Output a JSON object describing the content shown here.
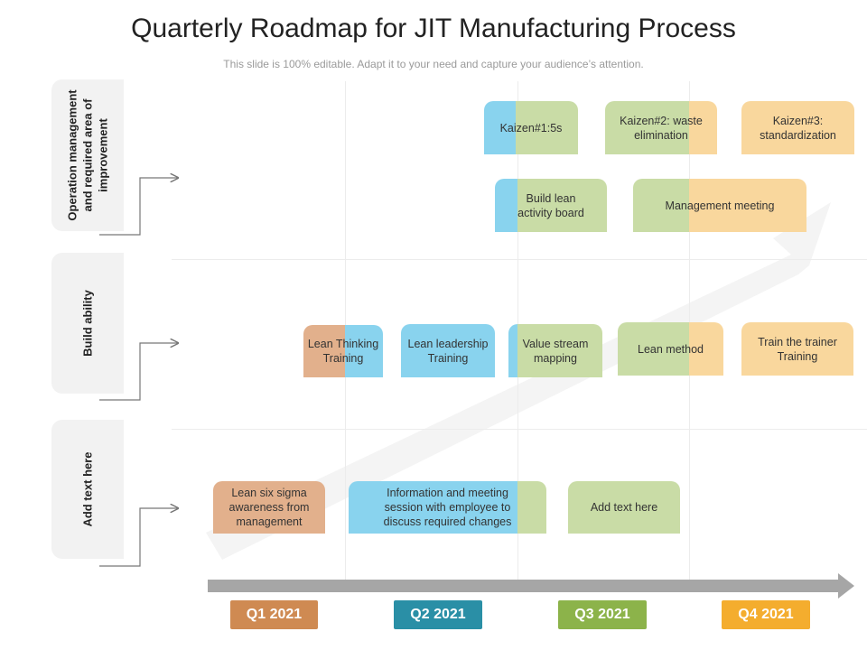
{
  "title": "Quarterly Roadmap for JIT Manufacturing Process",
  "subtitle": "This slide is 100% editable. Adapt it to your need and capture your audience’s attention.",
  "rows": [
    {
      "label": "Operation management and required area of improvement"
    },
    {
      "label": "Build ability"
    },
    {
      "label": "Add text here"
    }
  ],
  "quarters": [
    "Q1 2021",
    "Q2 2021",
    "Q3 2021",
    "Q4 2021"
  ],
  "colors": {
    "blue": "#89d3ee",
    "green": "#c9dca6",
    "orange": "#f9d79d",
    "tan": "#e2b08c",
    "q1": "#cf8a52",
    "q2": "#2a8fa6",
    "q3": "#8cb34a",
    "q4": "#f4ad2e",
    "timeline": "#a6a6a6"
  },
  "cards": [
    {
      "text": "Kaizen#1:5s"
    },
    {
      "text": "Kaizen#2: waste elimination"
    },
    {
      "text": "Kaizen#3: standardization"
    },
    {
      "text": "Build lean activity board"
    },
    {
      "text": "Management meeting"
    },
    {
      "text": "Lean Thinking Training"
    },
    {
      "text": "Lean leadership Training"
    },
    {
      "text": "Value stream mapping"
    },
    {
      "text": "Lean method"
    },
    {
      "text": "Train the trainer Training"
    },
    {
      "text": "Lean six sigma awareness from management"
    },
    {
      "text": "Information and meeting session with employee to discuss required changes"
    },
    {
      "text": "Add text here"
    }
  ]
}
